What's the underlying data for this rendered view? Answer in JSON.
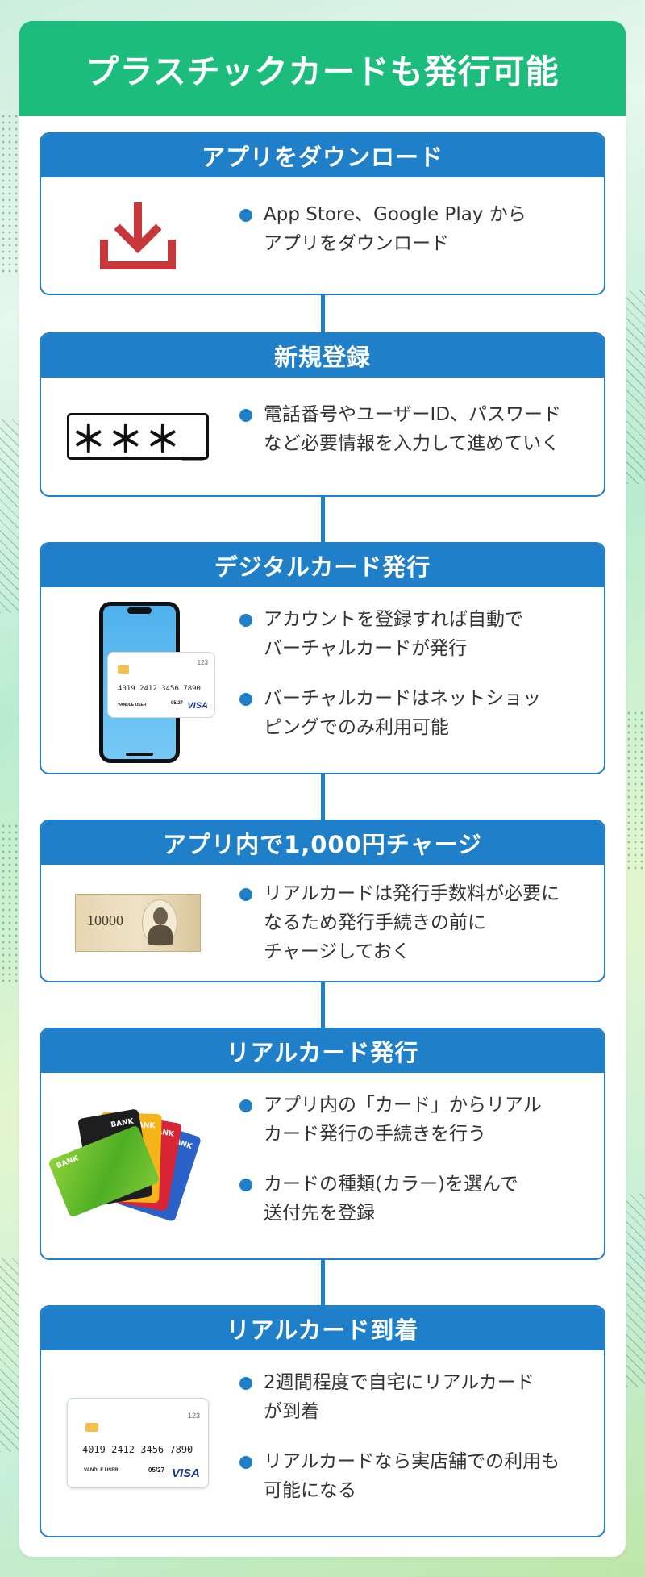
{
  "header": {
    "title": "プラスチックカードも発行可能"
  },
  "steps": [
    {
      "title": "アプリをダウンロード",
      "icon": "download-icon",
      "bullets": [
        "App Store、Google Play から\nアプリをダウンロード"
      ]
    },
    {
      "title": "新規登録",
      "icon": "password-field-icon",
      "password_text": "＊＊＊_",
      "bullets": [
        "電話番号やユーザーID、パスワード\nなど必要情報を入力して進めていく"
      ]
    },
    {
      "title": "デジタルカード発行",
      "icon": "smartphone-card-icon",
      "bullets": [
        "アカウントを登録すれば自動で\nバーチャルカードが発行",
        "バーチャルカードはネットショッ\nピングでのみ利用可能"
      ]
    },
    {
      "title": "アプリ内で1,000円チャージ",
      "icon": "banknote-icon",
      "banknote_value": "10000",
      "bullets": [
        "リアルカードは発行手数料が必要に\nなるため発行手続きの前に\nチャージしておく"
      ]
    },
    {
      "title": "リアルカード発行",
      "icon": "colored-cards-icon",
      "card_bank_label": "BANK",
      "bullets": [
        "アプリ内の「カード」からリアル\nカード発行の手続きを行う",
        "カードの種類(カラー)を選んで\n送付先を登録"
      ]
    },
    {
      "title": "リアルカード到着",
      "icon": "credit-card-icon",
      "bullets": [
        "2週間程度で自宅にリアルカード\nが到着",
        "リアルカードなら実店舗での利用も\n可能になる"
      ]
    }
  ],
  "card": {
    "number": "4019 2412 3456 7890",
    "holder": "VANDLE USER",
    "expiry": "05/27",
    "brand": "VISA",
    "corner_code": "123"
  },
  "colors": {
    "header_green": "#1cbd7c",
    "step_blue": "#1f7fc8",
    "download_red": "#c8373a"
  }
}
